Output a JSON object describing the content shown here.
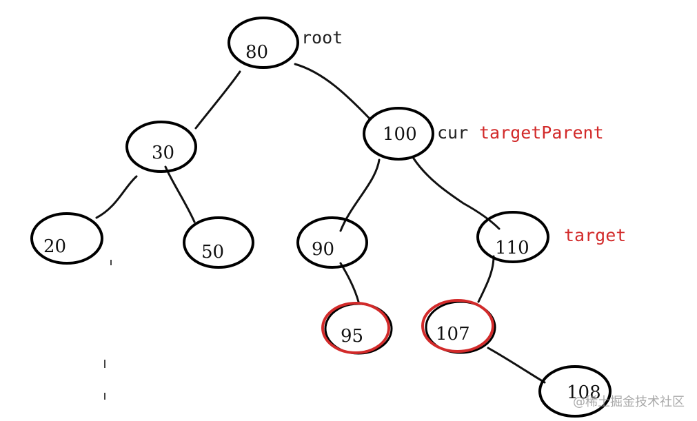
{
  "nodes": {
    "n80": "80",
    "n30": "30",
    "n100": "100",
    "n20": "20",
    "n50": "50",
    "n90": "90",
    "n110": "110",
    "n95": "95",
    "n107": "107",
    "n108": "108"
  },
  "labels": {
    "root": "root",
    "cur": "cur",
    "target_parent": "targetParent",
    "target": "target"
  },
  "colors": {
    "highlight": "#d22a2a",
    "node_stroke": "#000000"
  },
  "watermark": "@稀土掘金技术社区"
}
